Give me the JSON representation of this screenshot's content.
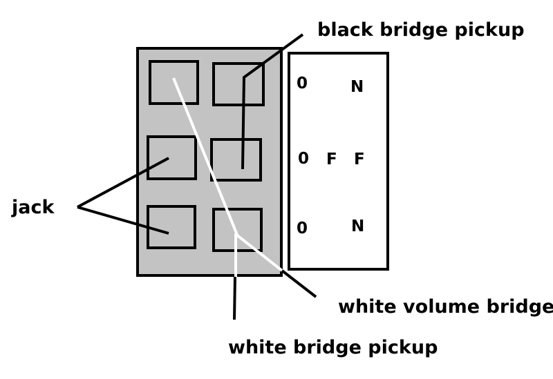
{
  "labels": {
    "black_bridge_pickup": "black bridge pickup",
    "jack": "jack",
    "white_volume_bridge": "white volume bridge",
    "white_bridge_pickup": "white bridge pickup"
  },
  "switch_positions": {
    "top": [
      "0",
      "N"
    ],
    "middle": [
      "0",
      "F",
      "F"
    ],
    "bottom": [
      "0",
      "N"
    ]
  },
  "colors": {
    "background": "#ffffff",
    "switch_body": "#c3c3c3",
    "outline": "#000000",
    "white_wire": "#ffffff",
    "black_wire": "#000000"
  }
}
